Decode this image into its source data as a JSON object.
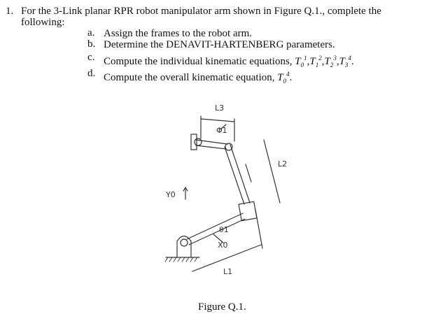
{
  "question": {
    "number": "1.",
    "text_line1": "For the 3-Link planar RPR robot manipulator arm shown in Figure Q.1., complete the",
    "text_line2": "following:"
  },
  "items": [
    {
      "letter": "a.",
      "text": "Assign the frames to the robot arm."
    },
    {
      "letter": "b.",
      "text": "Determine the DENAVIT-HARTENBERG parameters."
    },
    {
      "letter": "c.",
      "text": "Compute the individual kinematic equations,"
    },
    {
      "letter": "d.",
      "text": "Compute the overall kinematic equation,"
    }
  ],
  "equations": {
    "c": [
      {
        "base": "T",
        "sub": "0",
        "sup": "1"
      },
      {
        "base": "T",
        "sub": "1",
        "sup": "2"
      },
      {
        "base": "T",
        "sub": "2",
        "sup": "3"
      },
      {
        "base": "T",
        "sub": "3",
        "sup": "4"
      }
    ],
    "d": {
      "base": "T",
      "sub": "0",
      "sup": "4"
    }
  },
  "figure": {
    "caption": "Figure Q.1.",
    "labels": {
      "L3": "L3",
      "L2": "L2",
      "L1": "L1",
      "Y0": "Y0",
      "X0": "X0",
      "phi1": "Φ1",
      "theta": "θ1"
    }
  }
}
